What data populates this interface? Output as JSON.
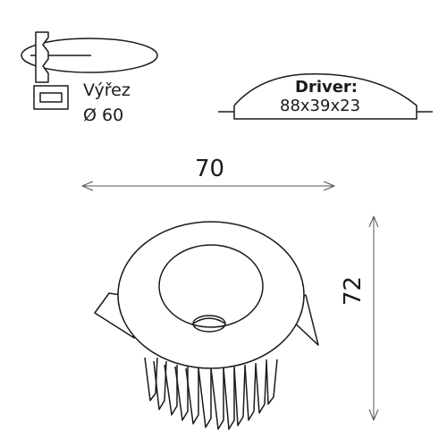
{
  "cutout": {
    "label": "Výřez",
    "diameter": "Ø 60"
  },
  "driver": {
    "title": "Driver:",
    "dimensions": "88x39x23"
  },
  "dimensions": {
    "width": "70",
    "height": "72"
  },
  "colors": {
    "stroke": "#1a1a1a",
    "dim_line": "#555555",
    "background": "#ffffff"
  }
}
